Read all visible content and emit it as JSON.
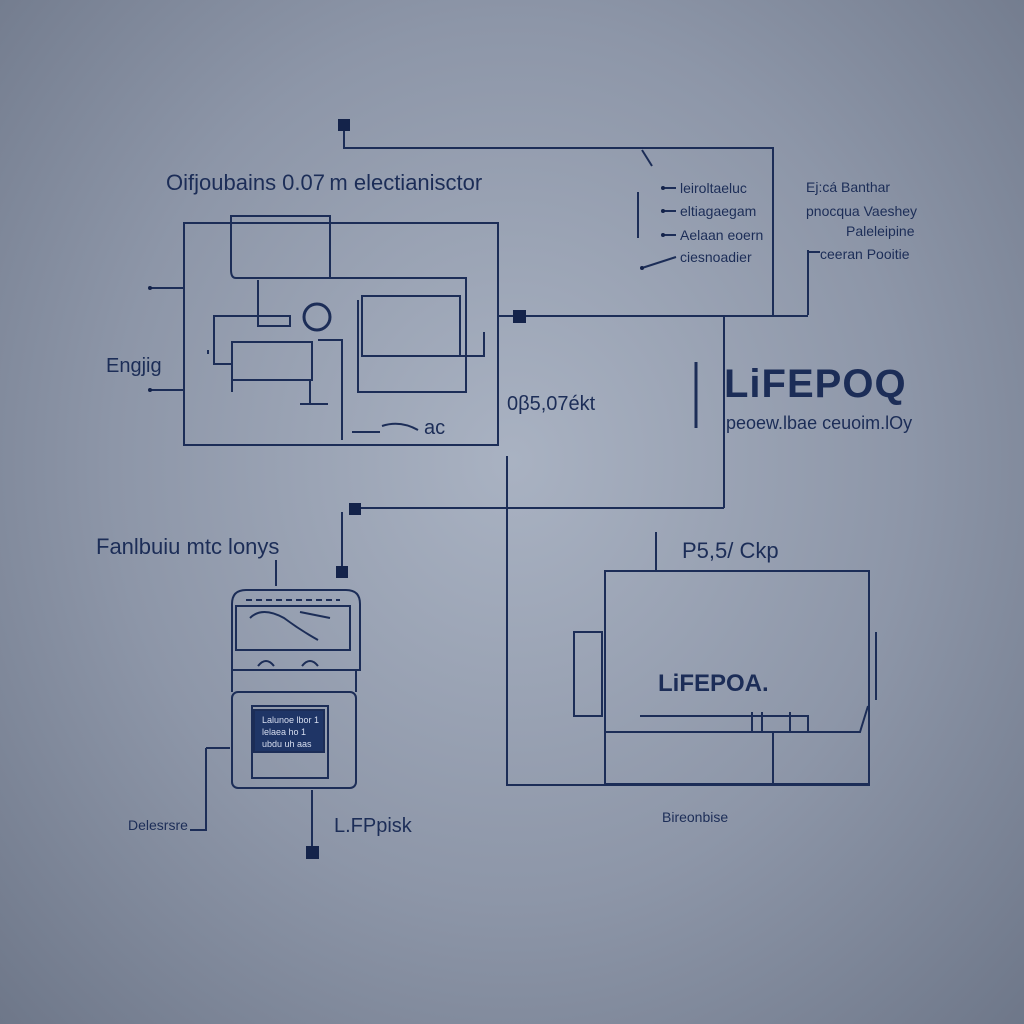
{
  "labels": {
    "top_title": "Oifjoubains 0.07 m electianisctor",
    "left_label": "Engjig",
    "motor_caption": "ac",
    "mid_value": "0β5,07ékt",
    "callout_1": "leiroltaeluc",
    "callout_2": "eltiagaegam",
    "callout_3": "Aelaan eoern",
    "callout_4": "ciesnoadier",
    "right_note_1": "Ej:cá Banthar",
    "right_note_2": "pnocqua Vaeshey",
    "right_note_3": "Paleleipine",
    "right_note_4": "ceeran Pooitie",
    "brand_main": "LiFEPOQ",
    "brand_sub": "peoew.lbae ceuoim.lOy",
    "bottom_left_title": "Fanlbuiu mtc lonys",
    "device_screen_1": "Lalunoe lbor 1",
    "device_screen_2": "lelaea ho 1",
    "device_screen_3": "ubdu uh aas",
    "bottom_left_label": "Delesrsre",
    "device_label": "L.FPpisk",
    "pack_title": "P5,5/ Ckp",
    "pack_brand": "LiFEPOA.",
    "pack_caption": "Bireonbise"
  },
  "colors": {
    "line": "#1c2d57",
    "node": "#14234a",
    "screen": "#1f3566",
    "background": "#a9b2c2"
  }
}
